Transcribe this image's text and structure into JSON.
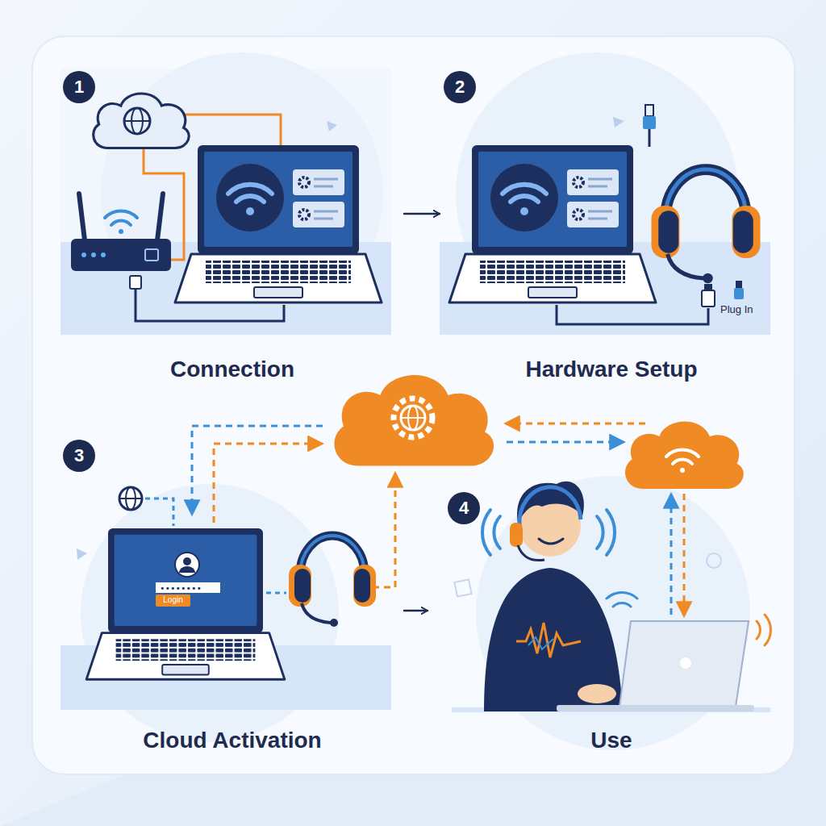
{
  "diagram": {
    "nodes": [
      {
        "text": [
          "Connection"
        ]
      },
      {
        "text": [
          "Hardware Setup"
        ]
      },
      {
        "text": [
          "Cloud Activation"
        ]
      },
      {
        "text": [
          "Login"
        ],
        "in": 2
      },
      {
        "text": [
          "Use"
        ]
      }
    ],
    "edges": [
      {
        "from": 0,
        "to": 1,
        "arrow": "to"
      },
      {
        "from": 2,
        "to": 4,
        "arrow": "to"
      }
    ],
    "labels": [
      "1",
      "2",
      "3",
      "4",
      "Plug In"
    ]
  }
}
